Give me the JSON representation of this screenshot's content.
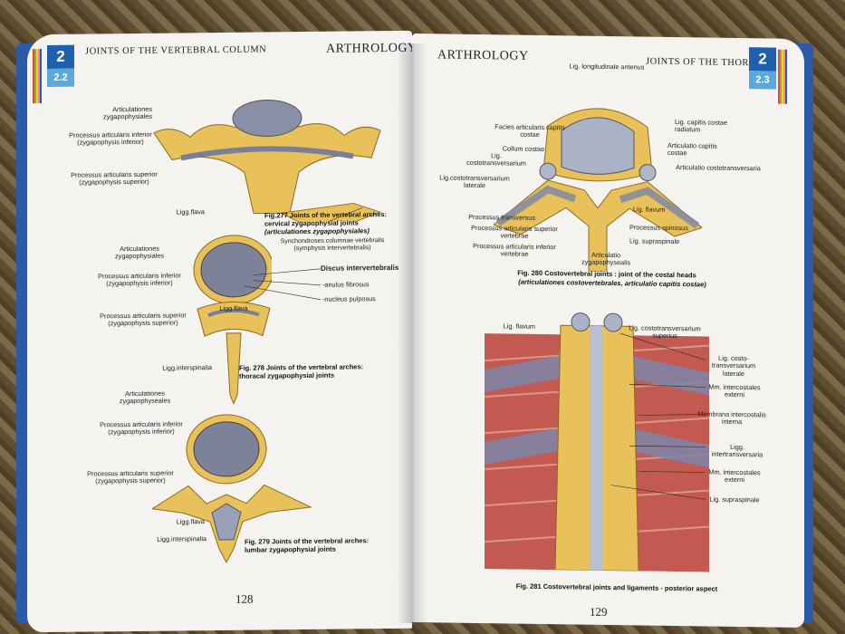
{
  "left_page": {
    "chapter_tab": "2",
    "section_tab": "2.2",
    "running_header": "JOINTS OF THE VERTEBRAL COLUMN",
    "section_header": "ARTHROLOGY",
    "page_number": "128",
    "fig277": {
      "labels": [
        "Articulationes zygapophysiales",
        "Processus articularis inferior (zygapophysis inferior)",
        "Processus articularis superior (zygapophysis superior)",
        "Ligg.flava"
      ],
      "caption_title": "Fig.277 Joints of the vertebral arches: cervical  zygapophysial joints",
      "caption_latin": "(articulationes zygapophysiales)",
      "caption_extra": "Synchondroses columnae vertebralis (symphysis intervertebralis)"
    },
    "fig278": {
      "labels": [
        "Articulationes zygapophysiales",
        "Processus articularis inferior (zygapophysis inferior)",
        "Processus articularis superior (zygapophysis superior)",
        "Ligg.interspinalia",
        "Ligg.flava"
      ],
      "right_labels": [
        "Discus intervertebralis",
        "-anulus fibrosus",
        "-nucleus pulposus"
      ],
      "caption_title": "Fig. 278 Joints of the vertebral arches: thoracal zygapophysial joints"
    },
    "fig279": {
      "labels": [
        "Articulationes zygapophyseales",
        "Processus articularis inferior (zygapophysis inferior)",
        "Processus articularis superior (zygapophysis superior)",
        "Ligg.flava",
        "Ligg.interspinalia"
      ],
      "caption_title": "Fig. 279 Joints of the vertebral arches: lumbar zygapophysial joints"
    }
  },
  "right_page": {
    "chapter_tab": "2",
    "section_tab": "2.3",
    "running_header": "JOINTS OF THE THORAX",
    "section_header": "ARTHROLOGY",
    "page_number": "129",
    "fig280": {
      "top_label": "Lig. longitudinale antenus",
      "left_labels": [
        "Facies articularis capitis costae",
        "Collum costae",
        "Lig. costotransversarium",
        "Lig.costotransversarium laterale",
        "Processus transversus",
        "Processus articularis superior vertebrae",
        "Processus articularis inferior vertebrae"
      ],
      "bottom_label": "Articulatio zygapophysealis",
      "right_labels": [
        "Lig. capitis costae radiatum",
        "Articulatio capitis costae",
        "Articulatio costotransversaria",
        "Lig. flavum",
        "Processus spinosus",
        "Lig. supraspinale"
      ],
      "caption_title": "Fig. 280 Costovertebral joints : joint of the costal heads",
      "caption_latin": "(articulationes costovertebrales, articulatio capitis costae)"
    },
    "fig281": {
      "top_left_label": "Lig. flavum",
      "right_labels": [
        "Lig. costotransversarium superius",
        "Lig. costo-transversarium laterale",
        "Mm. intercostales externi",
        "Membrana intercostalis interna",
        "Ligg. intertransversaria",
        "Mm. intercostales externi",
        "Lig. supraspinale"
      ],
      "caption_title": "Fig. 281 Costovertebral joints and ligaments - posterior aspect"
    }
  },
  "colors": {
    "tab_blue": "#1f5fb0",
    "tab_light": "#5aa8dc",
    "bone": "#e8c15a",
    "disc": "#8a8fa8",
    "muscle": "#c25a52"
  }
}
